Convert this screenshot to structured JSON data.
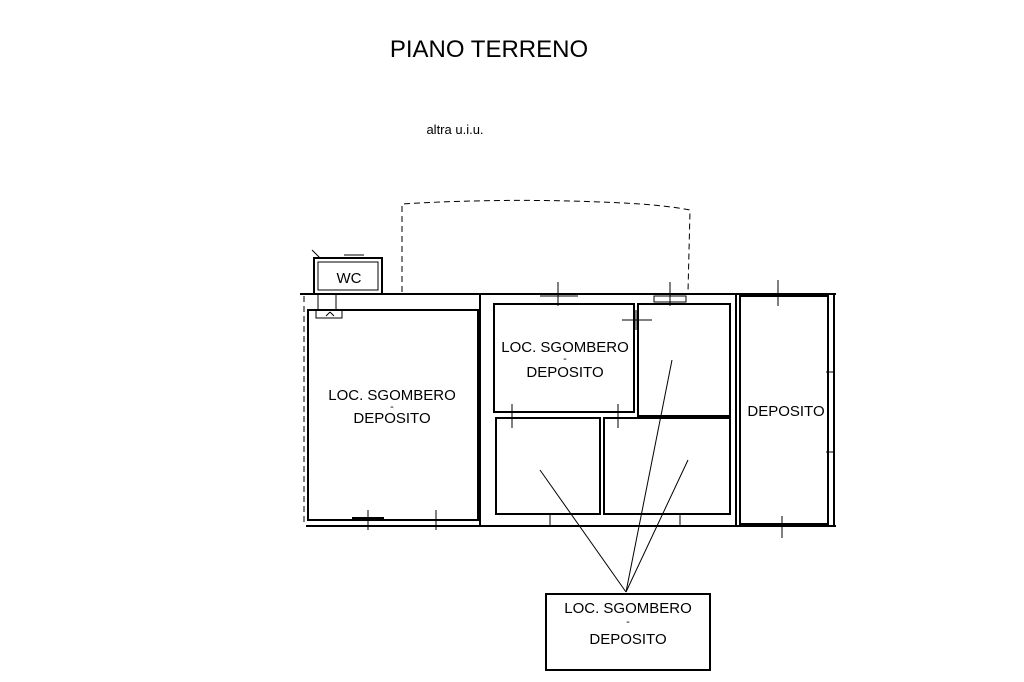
{
  "title": "PIANO TERRENO",
  "neighbor_label": "altra u.i.u.",
  "rooms": {
    "wc": "WC",
    "left_line1": "LOC. SGOMBERO",
    "left_line2": "DEPOSITO",
    "center_line1": "LOC. SGOMBERO",
    "center_line2": "DEPOSITO",
    "right": "DEPOSITO"
  },
  "dash_mark": "-",
  "legend": {
    "line1": "LOC. SGOMBERO",
    "dash": "-",
    "line2": "DEPOSITO"
  }
}
